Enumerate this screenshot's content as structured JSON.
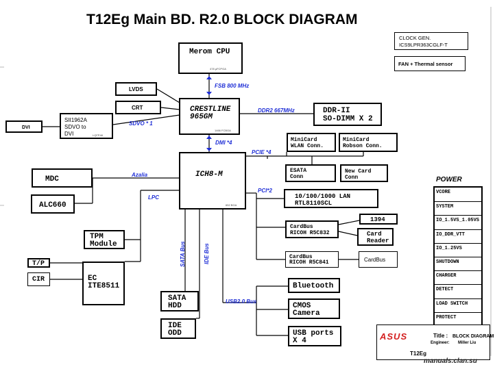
{
  "title": "T12Eg Main BD. R2.0 BLOCK DIAGRAM",
  "blocks": {
    "cpu": "Merom CPU",
    "cpu_pkg": "478 µFCPGA",
    "crestline": [
      "CRESTLINE",
      "965GM"
    ],
    "crestline_pkg": "1466 FCBGA",
    "ich8m": "ICH8-M",
    "ich8m_pkg": "652 BGA",
    "ddr": [
      "DDR-II",
      "SO-DIMM X 2"
    ],
    "lvds": "LVDS",
    "crt": "CRT",
    "dvi_left": "DVI",
    "sdvo": [
      "SII1962A",
      "SDVO to",
      "DVI"
    ],
    "sdvo_pkg": "LQFP48",
    "mdc": "MDC",
    "alc": "ALC660",
    "tpm": [
      "TPM",
      "Module"
    ],
    "tp": "T/P",
    "cir": "CIR",
    "ec": [
      "EC",
      "ITE8511"
    ],
    "sata_hdd": [
      "SATA",
      "HDD"
    ],
    "ide_odd": [
      "IDE",
      "ODD"
    ],
    "minicard_wlan": [
      "MiniCard",
      "WLAN Conn."
    ],
    "minicard_robson": [
      "MiniCard",
      "Robson Conn."
    ],
    "esata": [
      "ESATA",
      "Conn"
    ],
    "newcard": [
      "New Card",
      "Conn"
    ],
    "lan": [
      "10/100/1000 LAN",
      "RTL8110SCL"
    ],
    "cardbus1": [
      "CardBus",
      "RICOH R5C832"
    ],
    "ieee1394": "1394",
    "card_reader": [
      "Card",
      "Reader"
    ],
    "cardbus2": [
      "CardBus",
      "RICOH R5C841"
    ],
    "cardbus_slot": "CardBus",
    "bluetooth": "Bluetooth",
    "cmos": [
      "CMOS",
      "Camera"
    ],
    "usb_ports": [
      "USB ports",
      "X 4"
    ]
  },
  "bus_labels": {
    "fsb": "FSB 800 MHz",
    "ddr2": "DDR2 667MHz",
    "sdvo": "SDVO * 1",
    "dmi": "DMI *4",
    "pcie": "PCIE *4",
    "azalia": "Azalia",
    "lpc": "LPC",
    "pci": "PCI*2",
    "sata_bus": "SATA Bus",
    "ide_bus": "IDE Bus",
    "usb_bus": "USB2.0 Bus"
  },
  "clock_gen": [
    "CLOCK GEN.",
    "ICS9LPR363CGLF-T"
  ],
  "fan": "FAN + Thermal sensor",
  "power": {
    "title": "POWER",
    "items": [
      "VCORE",
      "SYSTEM",
      "IO_1.5VS_1.05VS",
      "IO_DDR_VTT",
      "IO_1.25VS",
      "SHUTDOWN",
      "CHARGER",
      "DETECT",
      "LOAD SWITCH",
      "PROTECT"
    ]
  },
  "title_block": {
    "title_label": "Title :",
    "title_value": "BLOCK DIAGRAM",
    "engineer_label": "Engineer:",
    "engineer_value": "Miller Liu",
    "project": "T12Eg",
    "logo": "ASUS"
  },
  "watermark": "manuals.clan.su",
  "colors": {
    "bus_label": "#1f2fd6",
    "logo": "#d42020"
  }
}
